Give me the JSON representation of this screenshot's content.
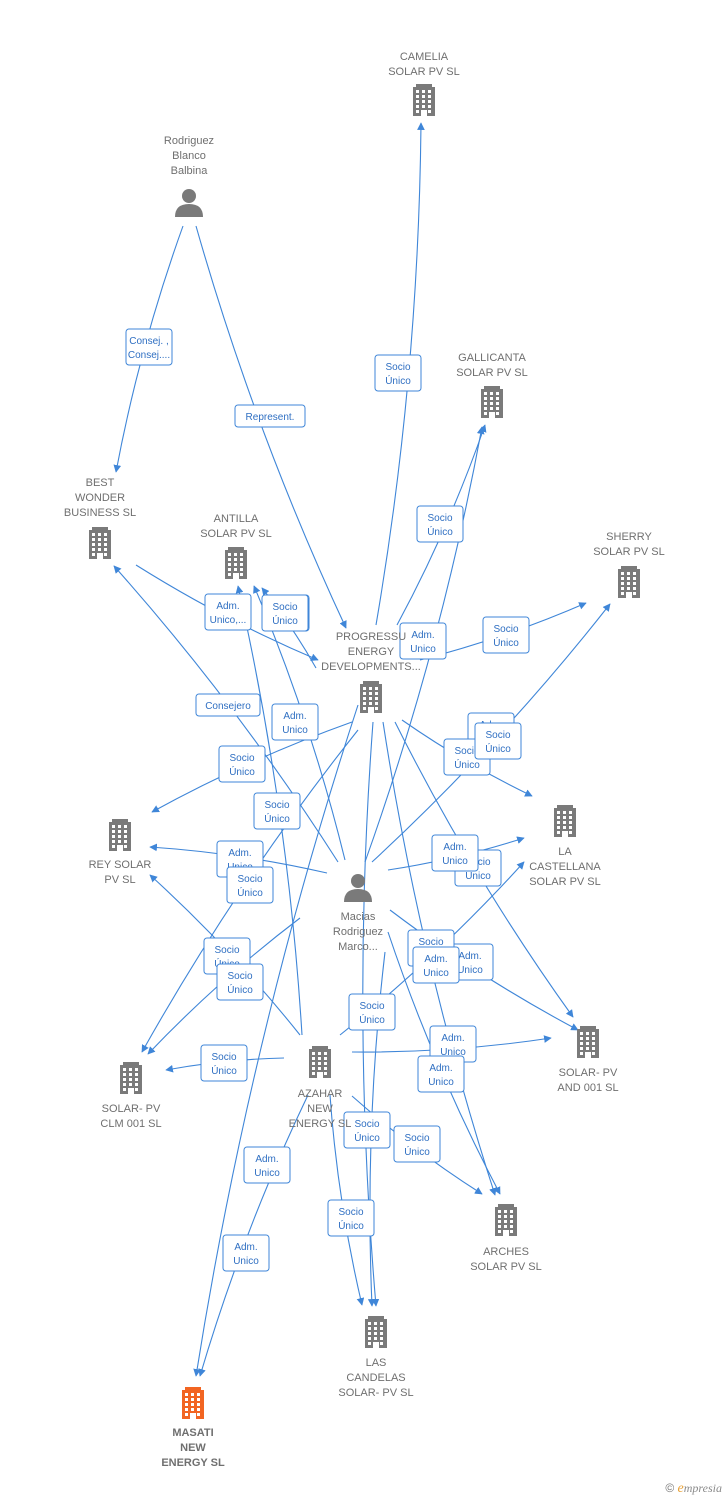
{
  "colors": {
    "edge": "#3f86d8",
    "company": "#7a7a7a",
    "main_company": "#f26522",
    "person": "#7a7a7a",
    "label": "#6f6f6f"
  },
  "nodes": [
    {
      "id": "camelia",
      "kind": "company",
      "icon": "building-icon",
      "lines": [
        "CAMELIA",
        "SOLAR PV  SL"
      ]
    },
    {
      "id": "rodriguez",
      "kind": "person",
      "icon": "person-icon",
      "lines": [
        "Rodriguez",
        "Blanco",
        "Balbina"
      ]
    },
    {
      "id": "gallicanta",
      "kind": "company",
      "icon": "building-icon",
      "lines": [
        "GALLICANTA",
        "SOLAR PV  SL"
      ]
    },
    {
      "id": "best",
      "kind": "company",
      "icon": "building-icon",
      "lines": [
        "BEST",
        "WONDER",
        "BUSINESS SL"
      ]
    },
    {
      "id": "antilla",
      "kind": "company",
      "icon": "building-icon",
      "lines": [
        "ANTILLA",
        "SOLAR PV  SL"
      ]
    },
    {
      "id": "sherry",
      "kind": "company",
      "icon": "building-icon",
      "lines": [
        "SHERRY",
        "SOLAR PV  SL"
      ]
    },
    {
      "id": "progressu",
      "kind": "company",
      "icon": "building-icon",
      "lines": [
        "PROGRESSU",
        "ENERGY",
        "DEVELOPMENTS..."
      ]
    },
    {
      "id": "rey",
      "kind": "company",
      "icon": "building-icon",
      "lines": [
        "REY SOLAR",
        "PV  SL"
      ]
    },
    {
      "id": "castellana",
      "kind": "company",
      "icon": "building-icon",
      "lines": [
        "LA",
        "CASTELLANA",
        "SOLAR PV  SL"
      ]
    },
    {
      "id": "macias",
      "kind": "person",
      "icon": "person-icon",
      "lines": [
        "Macias",
        "Rodriguez",
        "Marco..."
      ]
    },
    {
      "id": "solarpv",
      "kind": "company",
      "icon": "building-icon",
      "lines": [
        "SOLAR- PV",
        "AND 001  SL"
      ]
    },
    {
      "id": "azahar",
      "kind": "company",
      "icon": "building-icon",
      "lines": [
        "AZAHAR",
        "NEW",
        "ENERGY  SL"
      ]
    },
    {
      "id": "clm",
      "kind": "company",
      "icon": "building-icon",
      "lines": [
        "SOLAR- PV",
        "CLM 001  SL"
      ]
    },
    {
      "id": "arches",
      "kind": "company",
      "icon": "building-icon",
      "lines": [
        "ARCHES",
        "SOLAR PV  SL"
      ]
    },
    {
      "id": "candelas",
      "kind": "company",
      "icon": "building-icon",
      "lines": [
        "LAS",
        "CANDELAS",
        "SOLAR- PV  SL"
      ]
    },
    {
      "id": "masati",
      "kind": "main",
      "icon": "building-icon",
      "lines": [
        "MASATI",
        "NEW",
        "ENERGY  SL"
      ]
    }
  ],
  "edge_labels": [
    [
      "Consej. ,",
      "Consej...."
    ],
    [
      "Represent."
    ],
    [
      "Socio",
      "Único"
    ],
    [
      "Socio",
      "Único"
    ],
    [
      "Adm.",
      "Unico,..."
    ],
    [
      "Socio",
      "Único"
    ],
    [
      "Adm.",
      "Unico"
    ],
    [
      "Socio",
      "Único"
    ],
    [
      "Consejero"
    ],
    [
      "Adm.",
      "Unico"
    ],
    [
      "Adm.",
      "Unico"
    ],
    [
      "Socio",
      "Único"
    ],
    [
      "Socio",
      "Único"
    ],
    [
      "Socio",
      "Único"
    ],
    [
      "Adm.",
      "Unico"
    ],
    [
      "Socio",
      "Único"
    ],
    [
      "Socio",
      "Único"
    ],
    [
      "Adm.",
      "Unico"
    ],
    [
      "Socio",
      "Único"
    ],
    [
      "Socio",
      "Único"
    ],
    [
      "Adm.",
      "Unico"
    ],
    [
      "Socio",
      "Único"
    ],
    [
      "Adm.",
      "Unico"
    ],
    [
      "Socio",
      "Único"
    ],
    [
      "Adm.",
      "Unico"
    ],
    [
      "Socio",
      "Único"
    ],
    [
      "Adm.",
      "Unico"
    ],
    [
      "Socio",
      "Único"
    ],
    [
      "Socio",
      "Único"
    ],
    [
      "Adm.",
      "Unico"
    ],
    [
      "Socio",
      "Único"
    ],
    [
      "Adm.",
      "Unico"
    ],
    [
      "Socio",
      "Único"
    ],
    [
      "Socio",
      "Único"
    ]
  ],
  "brand": {
    "copyright": "©",
    "logo_initial": "e",
    "logo_rest": "mpresia"
  }
}
